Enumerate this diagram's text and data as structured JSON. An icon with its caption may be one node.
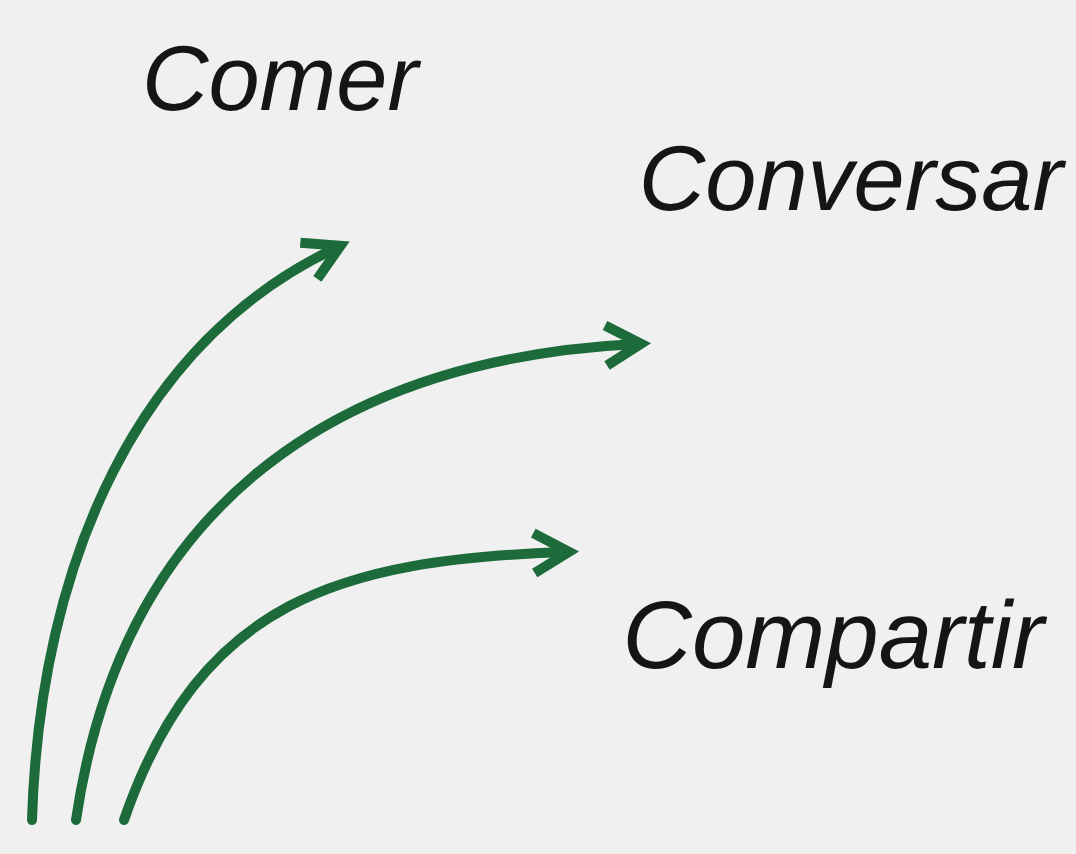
{
  "diagram": {
    "nodes": [
      {
        "text": [
          "Comer"
        ]
      },
      {
        "text": [
          "Conversar"
        ]
      },
      {
        "text": [
          "Compartir"
        ]
      }
    ],
    "edges": [
      {
        "from": null,
        "to": 0,
        "arrow": "to"
      },
      {
        "from": null,
        "to": 1,
        "arrow": "to"
      },
      {
        "from": null,
        "to": 2,
        "arrow": "to"
      }
    ]
  }
}
